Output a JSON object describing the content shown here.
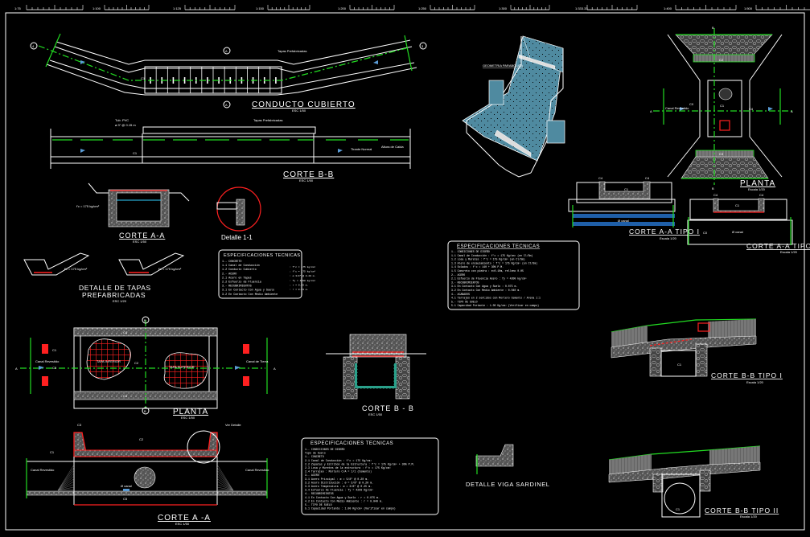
{
  "scales": [
    {
      "label": "1:75"
    },
    {
      "label": "1:100"
    },
    {
      "label": "1:125"
    },
    {
      "label": "1:150"
    },
    {
      "label": "1:200"
    },
    {
      "label": "1:250"
    },
    {
      "label": "1:300"
    },
    {
      "label": "1:333.33"
    },
    {
      "label": "1:400"
    },
    {
      "label": "1:500"
    }
  ],
  "conducto_cubierto": {
    "title": "CONDUCTO CUBIERTO",
    "scale": "ESC 1/50",
    "tapas_label": "Tapas Prefabricadas",
    "c1": "C1",
    "section_marks": [
      "A",
      "A"
    ],
    "end_marks": [
      "4",
      "3"
    ]
  },
  "corte_bb_top": {
    "title": "CORTE B-B",
    "scale": "ESC 1/50",
    "tapas_label": "Tapas Prefabricadas",
    "tubo_label": "Tub. PVC",
    "tubo_spec": "ø 3\" @ 0.15 m",
    "c1": "C1",
    "tirante_label": "Tirante Normal",
    "altura_label": "Altura de Caida"
  },
  "corte_aa_small": {
    "title": "CORTE A-A",
    "scale": "ESC 1/50",
    "fc_label": "f'c = 175 kg/cm²"
  },
  "detalle_11": {
    "title": "Detalle 1-1"
  },
  "detalle_tapas": {
    "title_line1": "DETALLE DE TAPAS",
    "title_line2": "PREFABRICADAS",
    "scale": "ESC 1/20",
    "fc1": "f'c = 175 kg/cm²",
    "fc2": "f'c = 175 kg/cm²"
  },
  "spec_box_1": {
    "title": "ESPECIFICACIONES   TECNICAS",
    "lines": [
      "1.- CONCRETO",
      "1.1  Canal de Conducción",
      "1.2  Conducto Cubierto",
      "2.- ACERO",
      "2.1  Acero en Tapas",
      "2.2  Esfuerzo de Fluencia",
      "3.- RECUBRIMIENTOS",
      "3.1  En Contacto Con Agua y Suelo",
      "3.2  En Contacto Con Medio Ambiente"
    ],
    "values": [
      ": f'c = 175 kg/cm²",
      ": f'c = 175 kg/cm²",
      ": ø 3/8\" @ 0.20 m.",
      ": fy = 4200 kg/cm²",
      ": r = 0.05 m.",
      ": r = 0.03 m."
    ]
  },
  "spec_box_2": {
    "title": "ESPECIFICACIONES   TECNICAS",
    "lines": [
      "1.- CONDICIONES DE DISEÑO",
      "1.1  Canal de Conducción          : f'c = 175 Kg/cm² (en Cl/Sm)",
      "1.2  Losa y Muretes                 : f'c = 175 Kg/cm² (en Cl/Sm)",
      "1.3  Alero de encauzamiento : f'c = 175 Kg/cm² (en Cl/Sm)",
      "1.4  Solados                         : f'c = 140 + 30% P.M.",
      "1.5  Concreto con piedra          : e=0.10m, relleno 0.05",
      "2.- ACERO",
      "2.1  Esfuerzo de Fluencia Acero   : fy = 4200 kg/cm²",
      "3.- RECUBRIMIENTOS",
      "3.1  En Contacto Con Agua y Suelo     : 0.075 m.",
      "3.2  En Contacto Con Medio Ambiente  : 0.040 m.",
      "4.- ACABADOS",
      "4.1  Tarrajeo en 2 sentidos con Mortero Cemento / Arena 1:1",
      "5.- TIPO DE SUELO",
      "5.1  Capacidad Portante             : 1.00 Kg/cm²  (Verificar en campo)"
    ]
  },
  "spec_box_3": {
    "title": "ESPECIFICACIONES   TECNICAS",
    "lines": [
      "1.- CONDICIONES DE DISEÑO",
      "  Tipo de Suelo",
      "1.- CONCRETO",
      "2.1  Canal de Conducción             : f'c = 175 Kg/cm²",
      "2.2  Zapatas y Estribos de la Estructura : f'c = 175 Kg/cm² + 30% P.M.",
      "2.3  Losa y Muretes de la estructura     : f'c = 175 Kg/cm²",
      "2.4  Tarrajeo                              : Mortero C/A = 1/1 (Cemento)",
      "3.- ACERO",
      "3.1  Acero Principal                     : ø = 5/8\" @ 0.20 m.",
      "3.2  Acero Distribución                 : ø = 3/8\" @ 0.20 m.",
      "3.3  Acero Temperatura                   : ø = 3/8\" @ 0.25 m.",
      "3.4  Esfuerzo De Fluencia                : fy = 4200 Kg/cm²",
      "4.- RECUBRIMIENTOS",
      "4.1  En Contacto Con Agua y Suelo       : r = 0.075 m.",
      "4.2  En Contacto Con Medio Ambiente     : r = 0.040 m.",
      "5.- TIPO DE SUELO",
      "5.1  Capacidad Portante                  : 1.00 Kg/cm²  (Verificar en campo)"
    ]
  },
  "isometric": {
    "label": "GEOMETRIA PARABOLICA"
  },
  "planta_right": {
    "title": "PLANTA",
    "scale": "Escala 1/20",
    "labels": [
      "C1",
      "C2",
      "C3",
      "C4",
      "C0",
      "Canal Revestido"
    ],
    "marks": [
      "B",
      "B",
      "A",
      "A"
    ]
  },
  "corte_aa_tipo_i": {
    "title": "CORTE A-A TIPO I",
    "scale": "Escala 1/20",
    "labels": [
      "C4",
      "C4",
      "C1",
      "Ø canal"
    ]
  },
  "corte_aa_tipo_i_b": {
    "title": "CORTE A-A TIPO I",
    "scale": "Escala 1/20",
    "labels": [
      "C4",
      "C4",
      "C1",
      "C0",
      "Ø canal"
    ]
  },
  "planta_left": {
    "title": "PLANTA",
    "scale": "ESC 1/50",
    "tapa_label_1": "TAPA INFERIOR",
    "tapa_label_2": "TAPA SUPERIOR",
    "labels": [
      "C4",
      "C4",
      "C1",
      "C0",
      "C2"
    ],
    "canal_left": "Canal Revestido",
    "canal_right": "Canal de Tierra",
    "marks": [
      "B",
      "B",
      "A",
      "A"
    ]
  },
  "corte_bb_center": {
    "title": "CORTE B - B",
    "scale": "ESC 1/50"
  },
  "corte_aa_bottom": {
    "title": "CORTE A -A",
    "scale": "ESC 1/50",
    "ver_detalle": "Ver Detalle",
    "canal_left": "Canal Revestido",
    "canal_right": "Canal Revestido",
    "labels": [
      "C3",
      "C2",
      "C1",
      "C5",
      "Ø canal"
    ]
  },
  "detalle_viga": {
    "title": "DETALLE  VIGA  SARDINEL"
  },
  "corte_bb_tipo_i": {
    "title": "CORTE B-B TIPO I",
    "scale": "Escala 1/20",
    "labels": [
      "C1"
    ]
  },
  "corte_bb_tipo_ii": {
    "title": "CORTE B-B TIPO II",
    "scale": "Escala 1/20",
    "labels": [
      "C1"
    ]
  }
}
